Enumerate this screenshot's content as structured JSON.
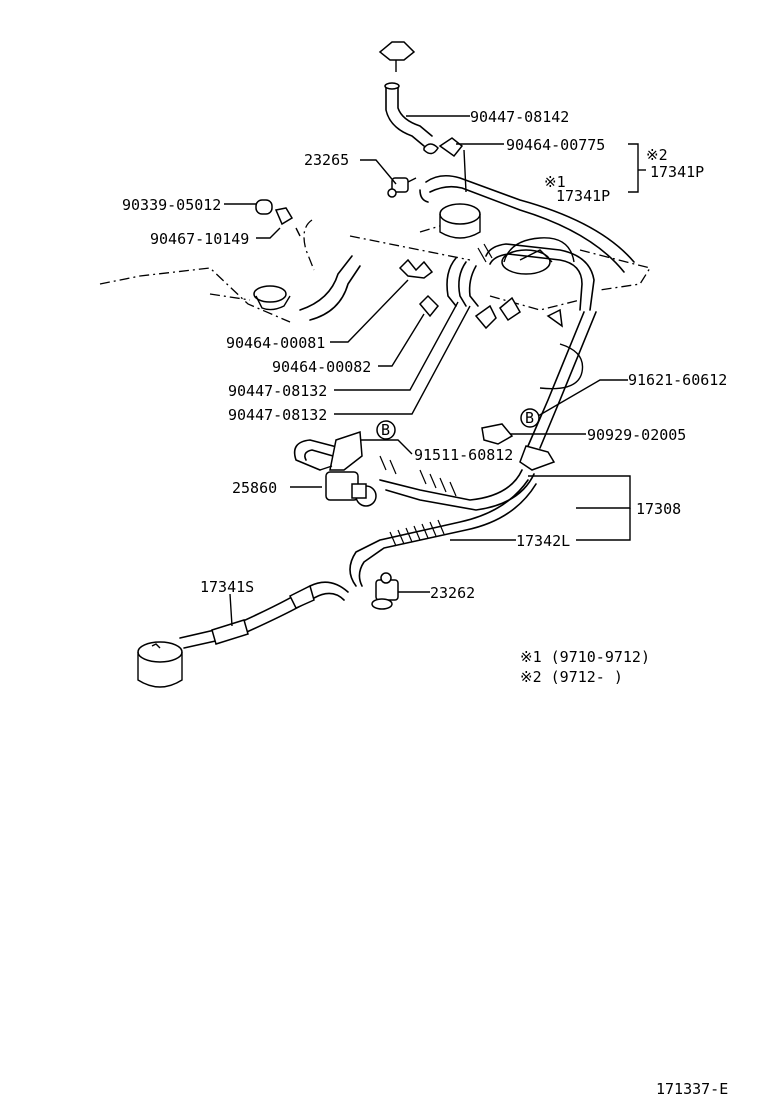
{
  "diagram": {
    "parts": {
      "p90447_08142": "90447-08142",
      "p90464_00775": "90464-00775",
      "p23265": "23265",
      "p90339_05012": "90339-05012",
      "p90467_10149": "90467-10149",
      "p90464_00081": "90464-00081",
      "p90464_00082": "90464-00082",
      "p90447_08132a": "90447-08132",
      "p90447_08132b": "90447-08132",
      "p91621_60612": "91621-60612",
      "p90929_02005": "90929-02005",
      "p91511_60812": "91511-60812",
      "p25860": "25860",
      "p17308": "17308",
      "p17342L": "17342L",
      "p17341S": "17341S",
      "p23262": "23262",
      "p17341P_2": "17341P",
      "p17341P_1": "17341P"
    },
    "markers": {
      "note2_ref": "※2",
      "note1_ref": "※1",
      "circle_b1": "B",
      "circle_b2": "B"
    },
    "notes": {
      "note1": "※1 (9710-9712)",
      "note2": "※2 (9712-      )"
    },
    "figure_number": "171337-E"
  }
}
